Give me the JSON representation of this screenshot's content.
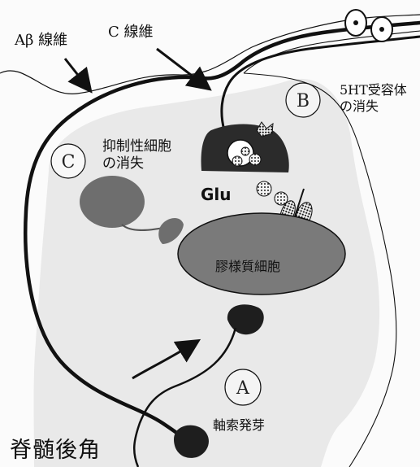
{
  "labels": {
    "abeta_fiber": "Aβ 線維",
    "c_fiber": "C 線維",
    "receptor_loss_line1": "5HT受容体",
    "receptor_loss_line2": "の消失",
    "inhibitory_loss_line1": "抑制性細胞",
    "inhibitory_loss_line2": "の消失",
    "glu": "Glu",
    "substantia_gelatinosa": "膠様質細胞",
    "axon_sprouting": "軸索発芽",
    "dorsal_horn": "脊髄後角"
  },
  "markers": {
    "a": "A",
    "b": "B",
    "c": "C"
  },
  "colors": {
    "dorsal_horn_fill": "#e9e9e9",
    "terminal_fill": "#2b2b2b",
    "sg_cell_fill": "#7a7a7a",
    "inhibitory_cell_fill": "#6e6e6e",
    "line": "#111111"
  }
}
